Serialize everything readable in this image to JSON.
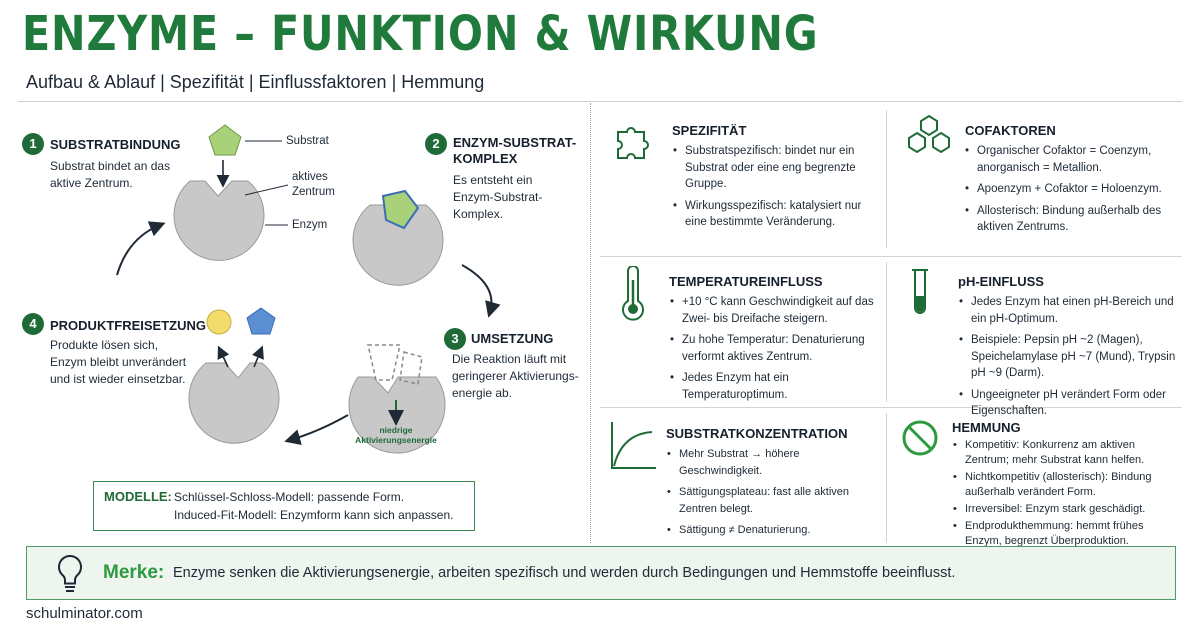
{
  "header": {
    "title": "ENZYME – FUNKTION & WIRKUNG",
    "subtitle": "Aufbau & Ablauf | Spezifität | Einflussfaktoren | Hemmung"
  },
  "steps": [
    {
      "num": "1",
      "title": "SUBSTRATBINDUNG",
      "text": "Substrat bindet an das aktive Zentrum."
    },
    {
      "num": "2",
      "title": "ENZYM-SUBSTRAT-KOMPLEX",
      "text": "Es entsteht ein Enzym-Substrat-Komplex."
    },
    {
      "num": "3",
      "title": "UMSETZUNG",
      "text": "Die Reaktion läuft mit geringerer Aktivierungs-energie ab."
    },
    {
      "num": "4",
      "title": "PRODUKTFREISETZUNG",
      "text": "Produkte lösen sich, Enzym bleibt unverändert und ist wieder einsetzbar."
    }
  ],
  "labels": {
    "substrat": "Substrat",
    "aktives_zentrum": "aktives Zentrum",
    "enzym": "Enzym",
    "niedrige": "niedrige Aktivierungsenergie"
  },
  "modelle": {
    "key": "MODELLE:",
    "line1": "Schlüssel-Schloss-Modell: passende Form.",
    "line2": "Induced-Fit-Modell: Enzymform kann sich anpassen."
  },
  "panels": {
    "spezifitaet": {
      "title": "SPEZIFITÄT",
      "icon": "puzzle-icon",
      "items": [
        "Substratspezifisch: bindet nur ein Substrat oder eine eng begrenzte Gruppe.",
        "Wirkungsspezifisch: katalysiert nur eine bestimmte Veränderung."
      ]
    },
    "cofaktoren": {
      "title": "COFAKTOREN",
      "icon": "molecule-icon",
      "items": [
        "Organischer Cofaktor = Coenzym, anorganisch = Metallion.",
        "Apoenzym + Cofaktor = Holoenzym.",
        "Allosterisch: Bindung außerhalb des aktiven Zentrums."
      ]
    },
    "temperatur": {
      "title": "TEMPERATUREINFLUSS",
      "icon": "thermometer-icon",
      "items": [
        "+10 °C kann Geschwindigkeit auf das Zwei- bis Dreifache steigern.",
        "Zu hohe Temperatur: Denaturierung verformt aktives Zentrum.",
        "Jedes Enzym hat ein Temperaturoptimum."
      ]
    },
    "ph": {
      "title": "pH-EINFLUSS",
      "icon": "test-tube-icon",
      "items": [
        "Jedes Enzym hat einen pH-Bereich und ein pH-Optimum.",
        "Beispiele: Pepsin pH ~2 (Magen), Speichelamylase pH ~7 (Mund), Trypsin pH ~9 (Darm).",
        "Ungeeigneter pH verändert Form oder Eigenschaften."
      ]
    },
    "substratkonzentration": {
      "title": "SUBSTRATKONZENTRATION",
      "icon": "saturation-curve-icon",
      "items": [
        "Mehr Substrat → höhere Geschwindigkeit.",
        "Sättigungsplateau: fast alle aktiven Zentren belegt.",
        "Sättigung ≠ Denaturierung."
      ]
    },
    "hemmung": {
      "title": "HEMMUNG",
      "icon": "prohibited-icon",
      "items": [
        "Kompetitiv: Konkurrenz am aktiven Zentrum; mehr Substrat kann helfen.",
        "Nichtkompetitiv (allosterisch): Bindung außerhalb verändert Form.",
        "Irreversibel: Enzym stark geschädigt.",
        "Endprodukthemmung: hemmt frühes Enzym, begrenzt Überproduktion."
      ]
    }
  },
  "merke": {
    "key": "Merke:",
    "text": "Enzyme senken die Aktivierungsenergie, arbeiten spezifisch und werden durch Bedingungen und Hemmstoffe beeinflusst."
  },
  "footer": {
    "site": "schulminator.com"
  },
  "colors": {
    "accent": "#1f7a3c",
    "enzyme": "#c8c8c8",
    "substrate": "#a9d17a",
    "product_circle": "#f2dc6b",
    "product_pentagon": "#5b8fd1"
  }
}
